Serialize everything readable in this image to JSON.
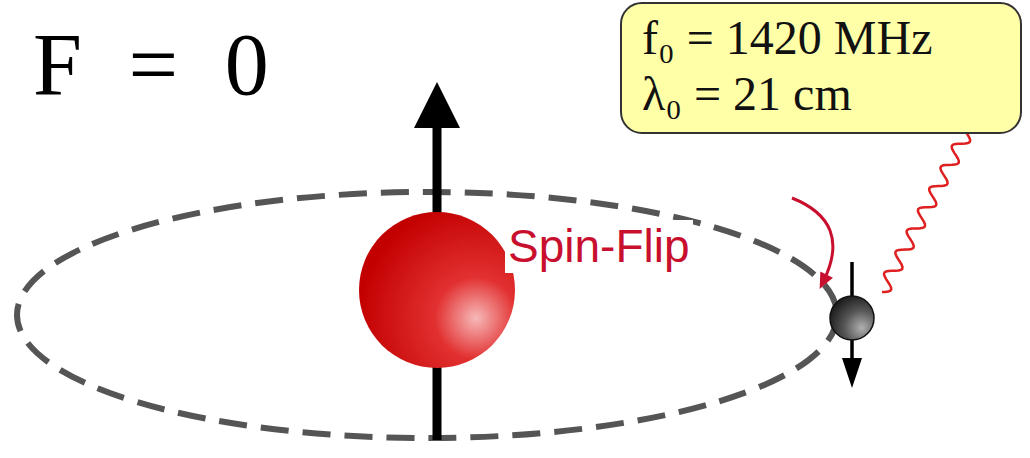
{
  "diagram": {
    "nodes": [
      {
        "text": [
          "f₀ = 1420 MHz",
          "λ₀ = 21 cm"
        ]
      }
    ],
    "labels": [
      "F = 0",
      "Spin-Flip"
    ]
  }
}
